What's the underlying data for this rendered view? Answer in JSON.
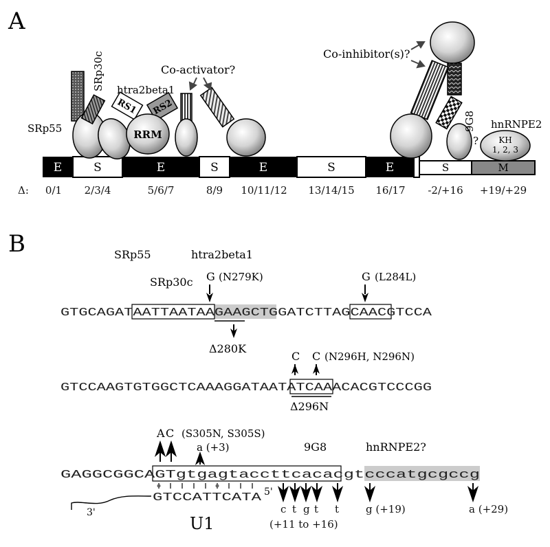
{
  "panelA": {
    "letter": "A",
    "labels": {
      "srp55": "SRp55",
      "srp30c": "SRp30c",
      "htra2": "htra2beta1",
      "coact": "Co-activator?",
      "coinhib": "Co-inhibitor(s)?",
      "g98": "9G8",
      "q": "?",
      "hnrnp": "hnRNPE2",
      "kh1": "KH",
      "kh2": "1, 2, 3",
      "rs1": "RS1",
      "rs2": "RS2",
      "rrm": "RRM"
    },
    "segments": [
      "E",
      "S",
      "E",
      "S",
      "E",
      "S",
      "E",
      "S",
      "M"
    ],
    "deltas": {
      "prefix": "Δ:",
      "d1": "0/1",
      "d2": "2/3/4",
      "d3": "5/6/7",
      "d4": "8/9",
      "d5": "10/11/12",
      "d6": "13/14/15",
      "d7": "16/17",
      "d8": "-2/+16",
      "d9": "+19/+29"
    }
  },
  "panelB": {
    "letter": "B",
    "labels": {
      "srp55": "SRp55",
      "htra2": "htra2beta1",
      "srp30c": "SRp30c",
      "g98": "9G8",
      "hnrnp": "hnRNPE2?",
      "u1": "U1",
      "three": "3'",
      "five": "5'"
    },
    "line1": {
      "a": "GTGCAGA",
      "b": "TAATTAAT",
      "c": "AAGAAG",
      "d": "CTGGATC",
      "e": "TTAG",
      "f": "CAACGTCCA",
      "mutG1": "G",
      "mutG1lbl": "(N279K)",
      "mutG2": "G",
      "mutG2lbl": "(L284L)",
      "del": "Δ280K"
    },
    "line2": {
      "a": "GTCCAAGTGTGGCTCAAAGGAT",
      "b": "AATA",
      "c": "TCAAACACGTCCCGG",
      "mutC1": "C",
      "mutC2": "C",
      "mutLbl": "(N296H, N296N)",
      "del": "Δ296N"
    },
    "line3": {
      "a": "GAGGCGGCA",
      "b": "GTgtgagtaccttcacac",
      "c": "gt",
      "d": "cccatgcgccg",
      "mutA": "A",
      "mutC": "C",
      "mutLbl": "(S305N, S305S)",
      "mutSmall": "a (+3)",
      "u1seq": "GTCCATTCATA",
      "bottom": [
        "c",
        "t",
        "g",
        "t",
        "t",
        "g (+19)",
        "a (+29)"
      ],
      "range": "(+11 to +16)"
    }
  }
}
